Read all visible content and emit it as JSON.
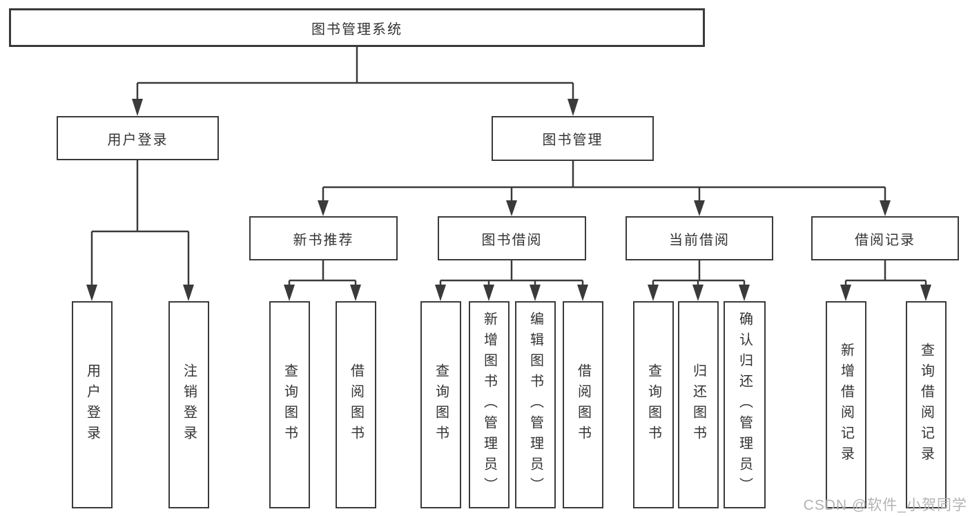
{
  "diagram": {
    "root": {
      "label": "图书管理系统"
    },
    "branches": [
      {
        "label": "用户登录",
        "children": [
          {
            "label": "用户登录"
          },
          {
            "label": "注销登录"
          }
        ]
      },
      {
        "label": "图书管理",
        "children": [
          {
            "label": "新书推荐",
            "children": [
              {
                "label": "查询图书"
              },
              {
                "label": "借阅图书"
              }
            ]
          },
          {
            "label": "图书借阅",
            "children": [
              {
                "label": "查询图书"
              },
              {
                "label": "新增图书（管理员）"
              },
              {
                "label": "编辑图书（管理员）"
              },
              {
                "label": "借阅图书"
              }
            ]
          },
          {
            "label": "当前借阅",
            "children": [
              {
                "label": "查询图书"
              },
              {
                "label": "归还图书"
              },
              {
                "label": "确认归还（管理员）"
              }
            ]
          },
          {
            "label": "借阅记录",
            "children": [
              {
                "label": "新增借阅记录"
              },
              {
                "label": "查询借阅记录"
              }
            ]
          }
        ]
      }
    ]
  },
  "colors": {
    "line": "#3a3a3a",
    "text": "#333333",
    "watermark": "#b3b3b3"
  },
  "watermark": {
    "text": "CSDN @软件_小贺同学"
  }
}
